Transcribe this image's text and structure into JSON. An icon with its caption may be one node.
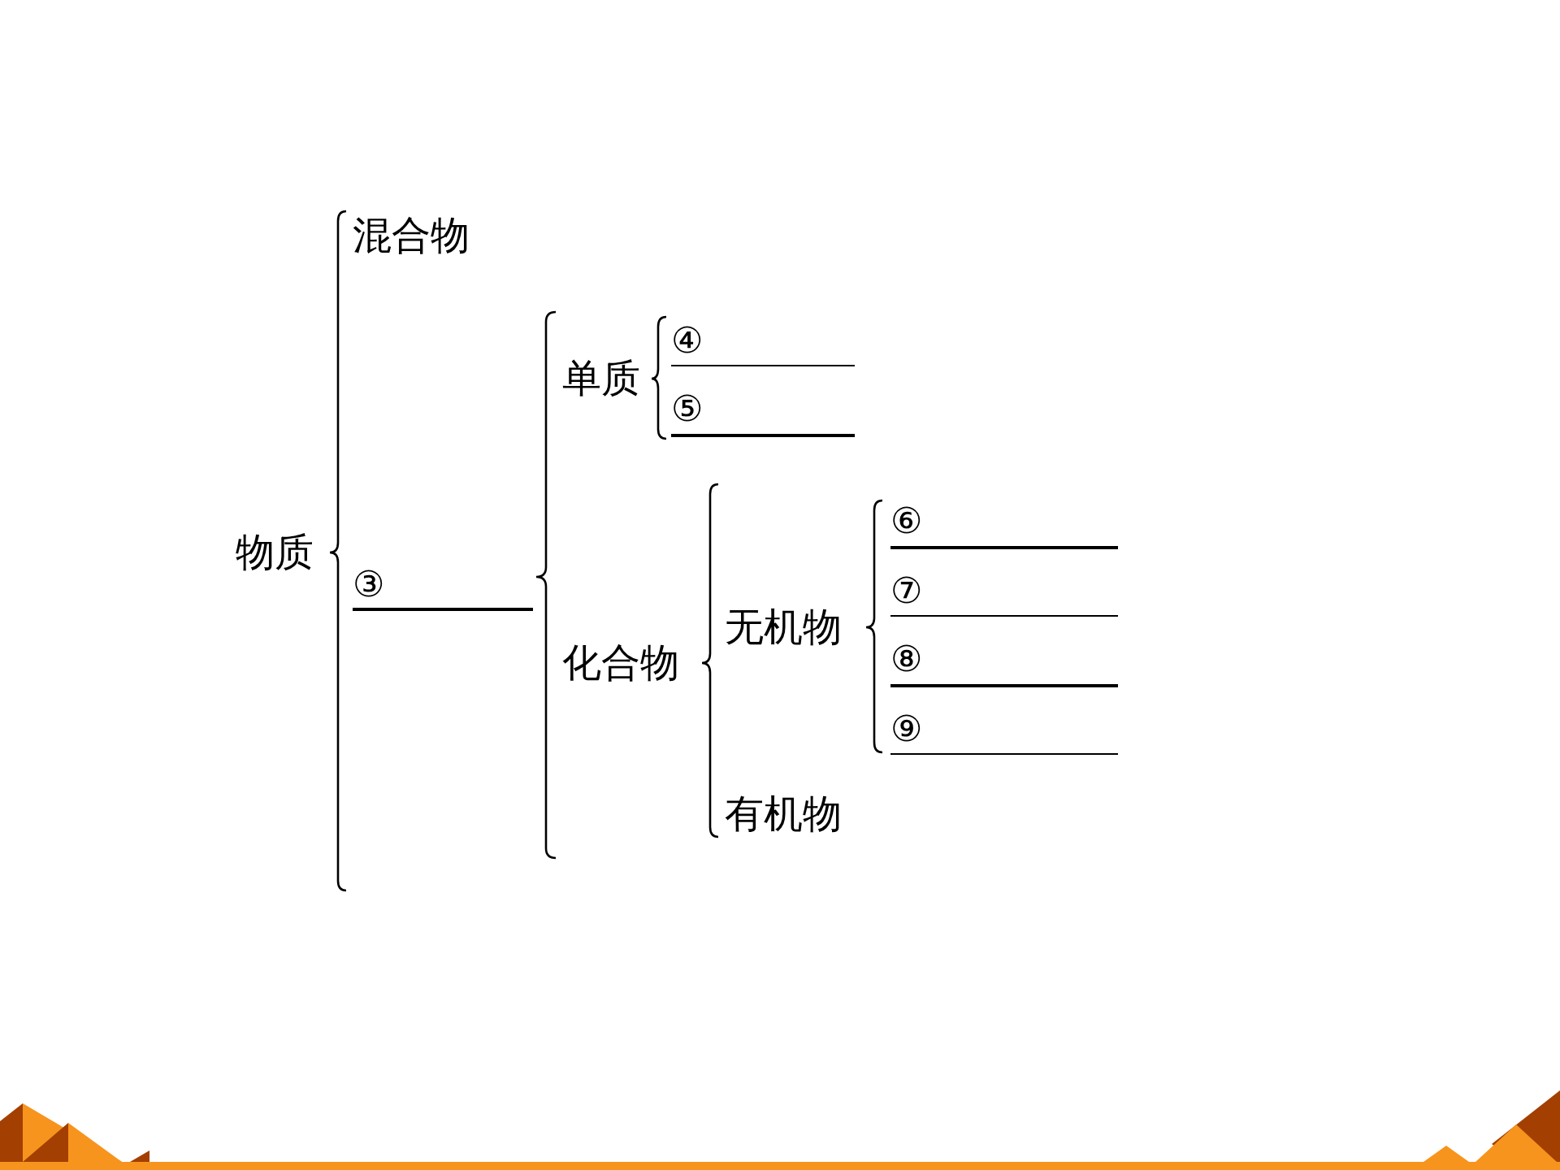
{
  "diagram": {
    "labels": [
      "物质",
      "混合物",
      "③",
      "单质",
      "④",
      "⑤",
      "化合物",
      "无机物",
      "⑥",
      "⑦",
      "⑧",
      "⑨",
      "有机物"
    ]
  }
}
